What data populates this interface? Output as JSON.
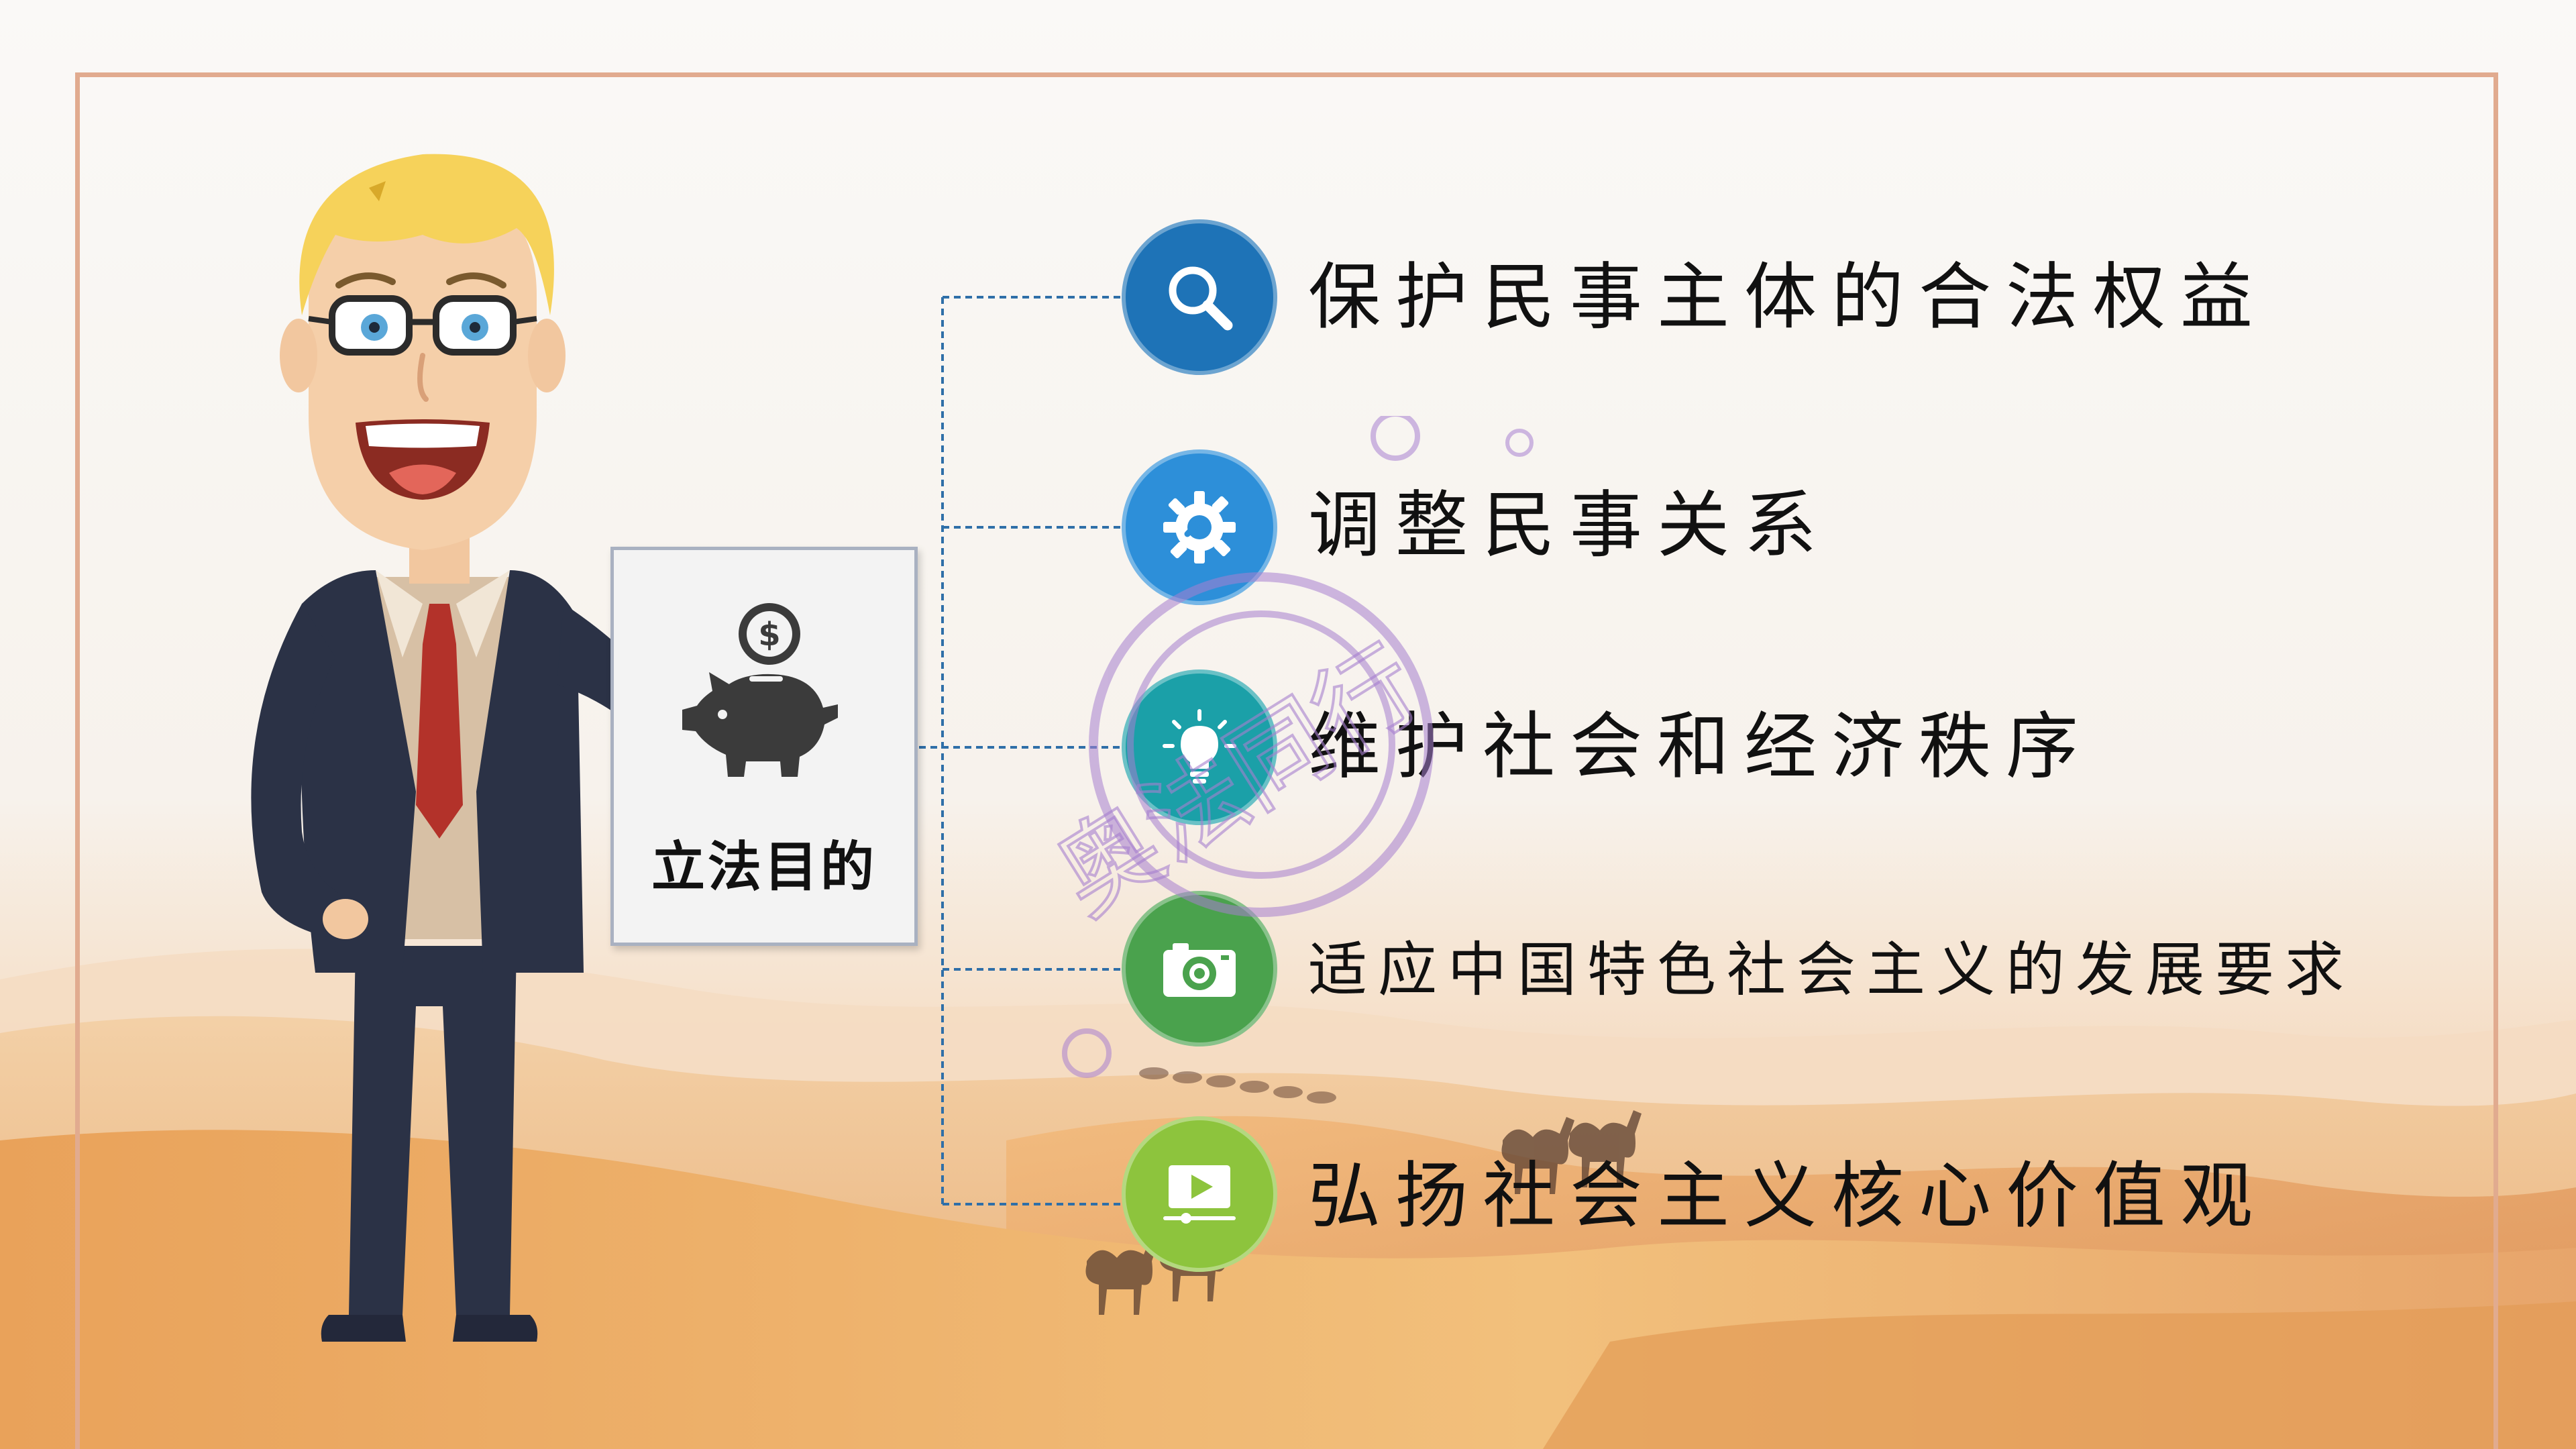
{
  "slide": {
    "center_box": {
      "title": "立法目的",
      "icon": "piggy-bank-dollar-icon"
    },
    "items": [
      {
        "label": "保护民事主体的合法权益",
        "icon": "magnifier-icon",
        "color": "#1e73b7"
      },
      {
        "label": "调整民事关系",
        "icon": "gear-wrench-icon",
        "color": "#2d8fd9"
      },
      {
        "label": "维护社会和经济秩序",
        "icon": "lightbulb-icon",
        "color": "#1ba0a8"
      },
      {
        "label": "适应中国特色社会主义的发展要求",
        "icon": "camera-icon",
        "color": "#4aa24d"
      },
      {
        "label": "弘扬社会主义核心价值观",
        "icon": "video-play-icon",
        "color": "#8dc43d"
      }
    ],
    "watermark_text": "奥法同行",
    "colors": {
      "frame": "#e1ab8f",
      "connector": "#2f6fa8",
      "desert": "#e3a15c"
    }
  }
}
